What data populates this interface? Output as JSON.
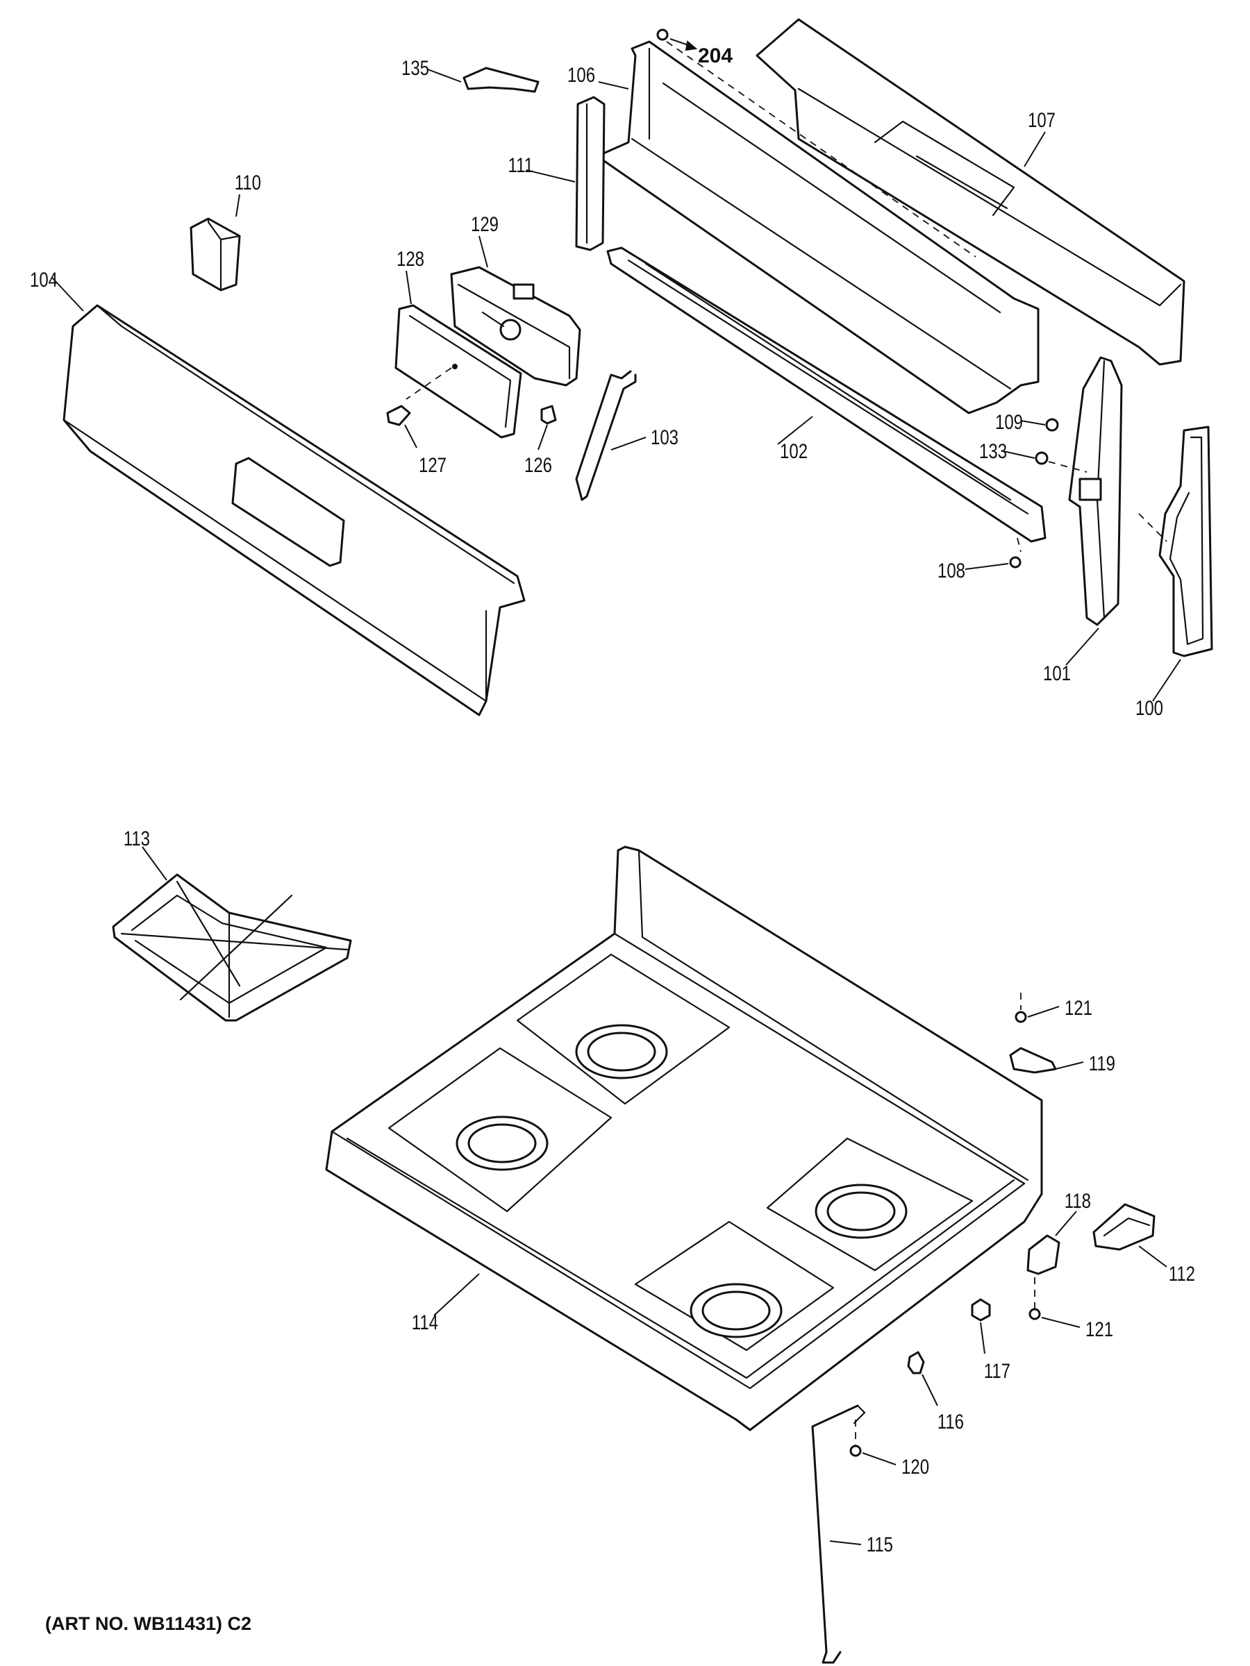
{
  "diagram": {
    "art_number": "(ART NO. WB11431) C2",
    "callouts": {
      "p100": "100",
      "p101": "101",
      "p102": "102",
      "p103": "103",
      "p104": "104",
      "p106": "106",
      "p107": "107",
      "p108": "108",
      "p109": "109",
      "p110": "110",
      "p111": "111",
      "p112": "112",
      "p113": "113",
      "p114": "114",
      "p115": "115",
      "p116": "116",
      "p117": "117",
      "p118": "118",
      "p119": "119",
      "p120": "120",
      "p121a": "121",
      "p121b": "121",
      "p126": "126",
      "p127": "127",
      "p128": "128",
      "p129": "129",
      "p133": "133",
      "p135": "135",
      "p204": "204"
    }
  }
}
